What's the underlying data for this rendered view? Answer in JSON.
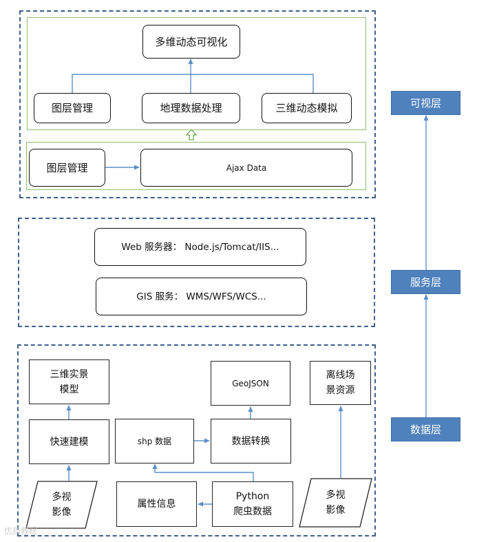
{
  "presentation": {
    "top_title": "多维动态可视化",
    "top_left": "图层管理",
    "top_mid": "地理数据处理",
    "top_right": "三维动态模拟",
    "lower_left": "图层管理",
    "lower_right": "Ajax Data"
  },
  "service": {
    "web": "Web 服务器：  Node.js/Tomcat/IIS...",
    "gis": "GIS 服务：  WMS/WFS/WCS..."
  },
  "data": {
    "model3d": "三维实景\n模型",
    "geojson": "GeoJSON",
    "offline": "离线场\n景资源",
    "fast_model": "快速建模",
    "shp": "shp 数据",
    "convert": "数据转换",
    "multiview_left": "多视\n影像",
    "attr": "属性信息",
    "python": "Python\n爬虫数据",
    "multiview_right": "多视\n影像"
  },
  "layers": {
    "visual": "可视层",
    "service": "服务层",
    "data": "数据层"
  },
  "watermark": "优质教程",
  "colors": {
    "layer_fill": "#4f81bd",
    "dash_border": "#3c5f8c",
    "green_border": "#8fbf6f",
    "arrow": "#5b8fc7"
  }
}
